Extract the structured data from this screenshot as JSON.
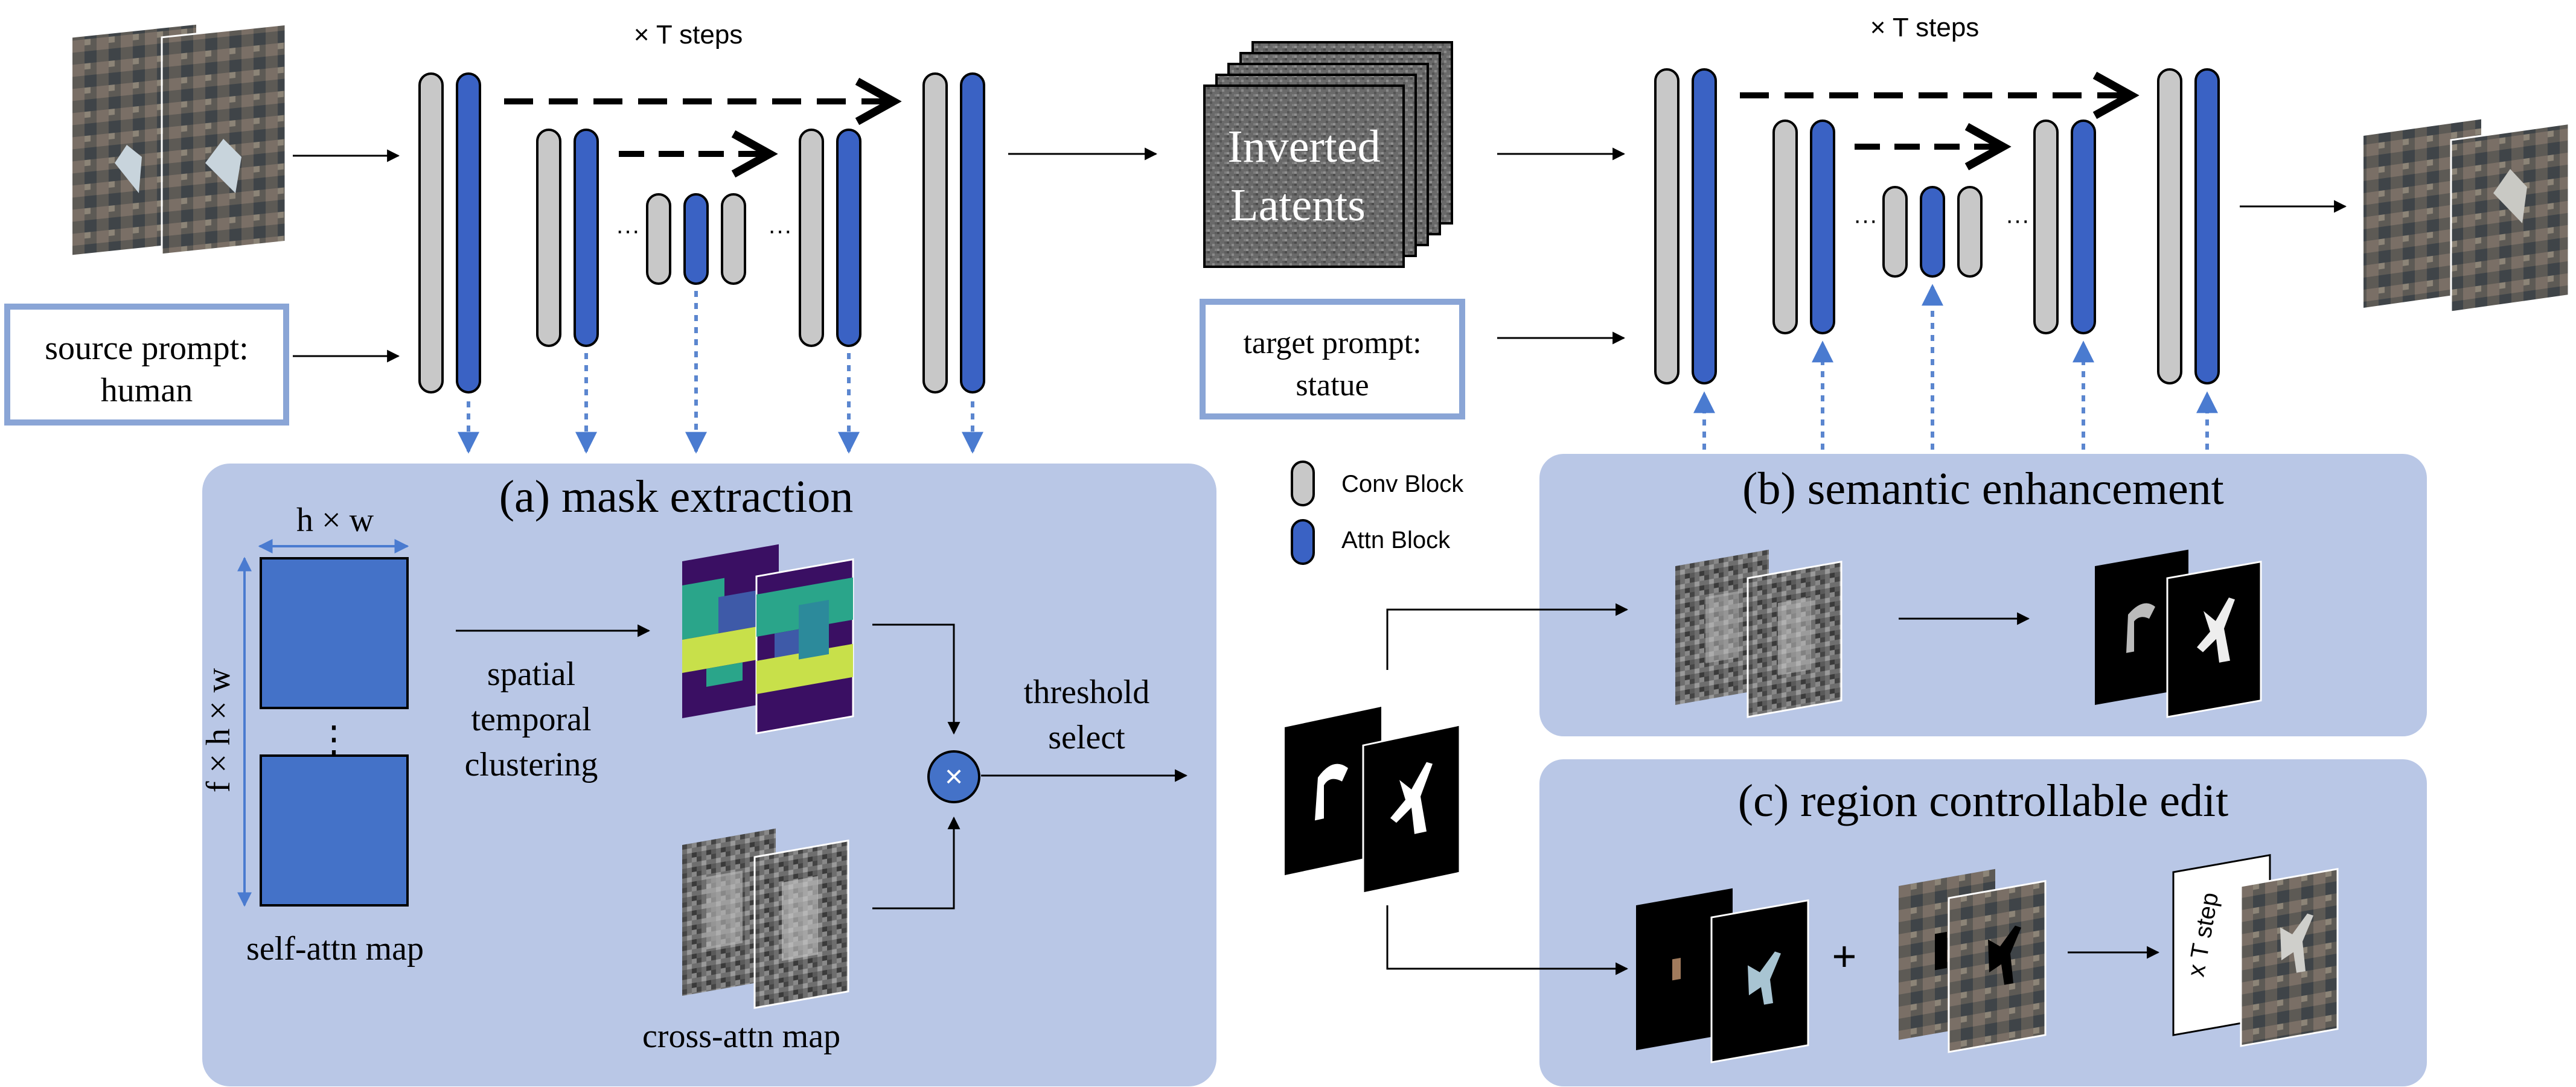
{
  "steps_label_left": "× T steps",
  "steps_label_right": "× T steps",
  "source_prompt": {
    "line1": "source prompt:",
    "line2": "human"
  },
  "target_prompt": {
    "line1": "target prompt:",
    "line2": "statue"
  },
  "inverted_latents": {
    "line1": "Inverted",
    "line2": "Latents"
  },
  "legend": {
    "conv": "Conv Block",
    "attn": "Attn Block"
  },
  "panel_a": {
    "title": "(a) mask extraction",
    "dim_top": "h × w",
    "dim_side": "f × h × w",
    "vdots": "⋮",
    "self_attn": "self-attn map",
    "clustering": [
      "spatial",
      "temporal",
      "clustering"
    ],
    "cross_attn": "cross-attn map",
    "threshold": [
      "threshold",
      "select"
    ],
    "multiply": "×"
  },
  "panel_b": {
    "title": "(b) semantic enhancement"
  },
  "panel_c": {
    "title": "(c) region controllable edit",
    "plus": "+",
    "card_text": "x T step"
  },
  "ellipsis": "···",
  "colors": {
    "panel": "#b9c7e6",
    "conv": "#c8c8c8",
    "attn": "#3a62c4",
    "map": "#4472c8",
    "prompt_border": "#8aa5d6",
    "dotted": "#5b86cf"
  }
}
